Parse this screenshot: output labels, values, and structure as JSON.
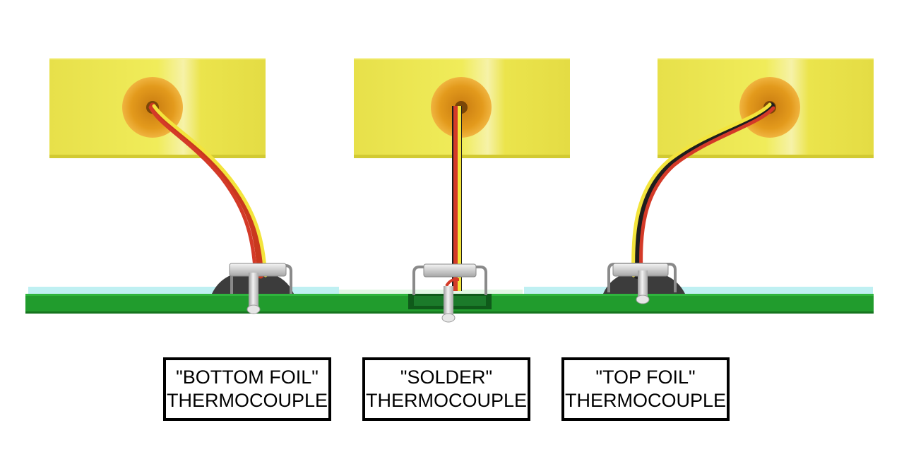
{
  "captions": {
    "bottom_foil": {
      "line1": "\"BOTTOM FOIL\"",
      "line2": "THERMOCOUPLE"
    },
    "solder": {
      "line1": "\"SOLDER\"",
      "line2": "THERMOCOUPLE"
    },
    "top_foil": {
      "line1": "\"TOP FOIL\"",
      "line2": "THERMOCOUPLE"
    }
  },
  "colors": {
    "connector_yellow": "#efe94a",
    "connector_hole": "#e39a1c",
    "wire_red": "#d43a28",
    "wire_yellow": "#f3e43c",
    "pcb_green": "#219c2d",
    "pcb_foil_light": "#bff0f2",
    "foil_dark": "#3c3c3c",
    "clip_metal": "#d4d4d4"
  },
  "icons": [
    "thermocouple-connector",
    "thermocouple-wire",
    "pcb-board",
    "probe-clip"
  ]
}
